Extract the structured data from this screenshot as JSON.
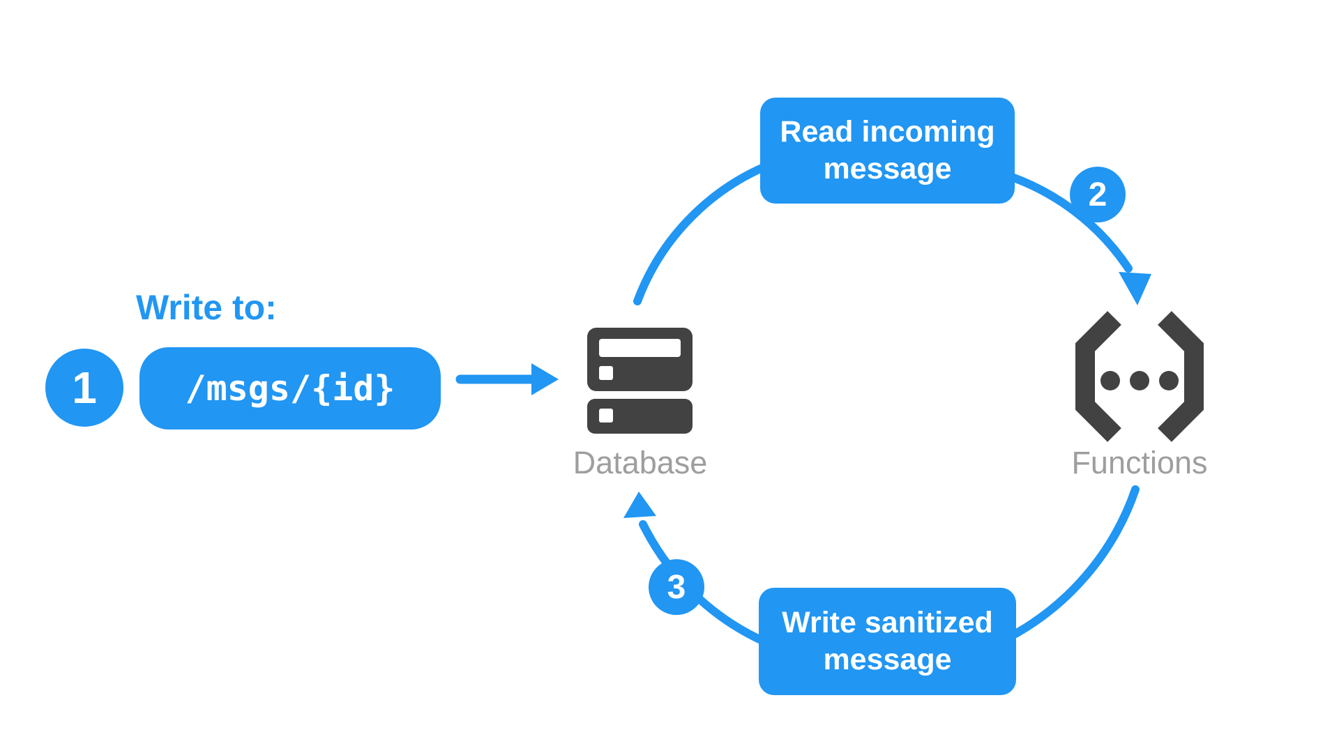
{
  "diagram": {
    "input": {
      "step_number": "1",
      "label": "Write to:",
      "path": "/msgs/{id}"
    },
    "cycle": {
      "read_box": {
        "line1": "Read incoming",
        "line2": "message"
      },
      "step2_number": "2",
      "write_box": {
        "line1": "Write sanitized",
        "line2": "message"
      },
      "step3_number": "3"
    },
    "nodes": {
      "database": "Database",
      "functions": "Functions"
    },
    "icons": [
      "database-icon",
      "functions-icon",
      "arrow-right-icon",
      "arrow-down-icon",
      "arrow-up-icon"
    ],
    "colors": {
      "accent_blue": "#2196F3",
      "icon_dark": "#424242",
      "label_gray": "#9E9E9E",
      "text_white": "#ffffff"
    }
  }
}
